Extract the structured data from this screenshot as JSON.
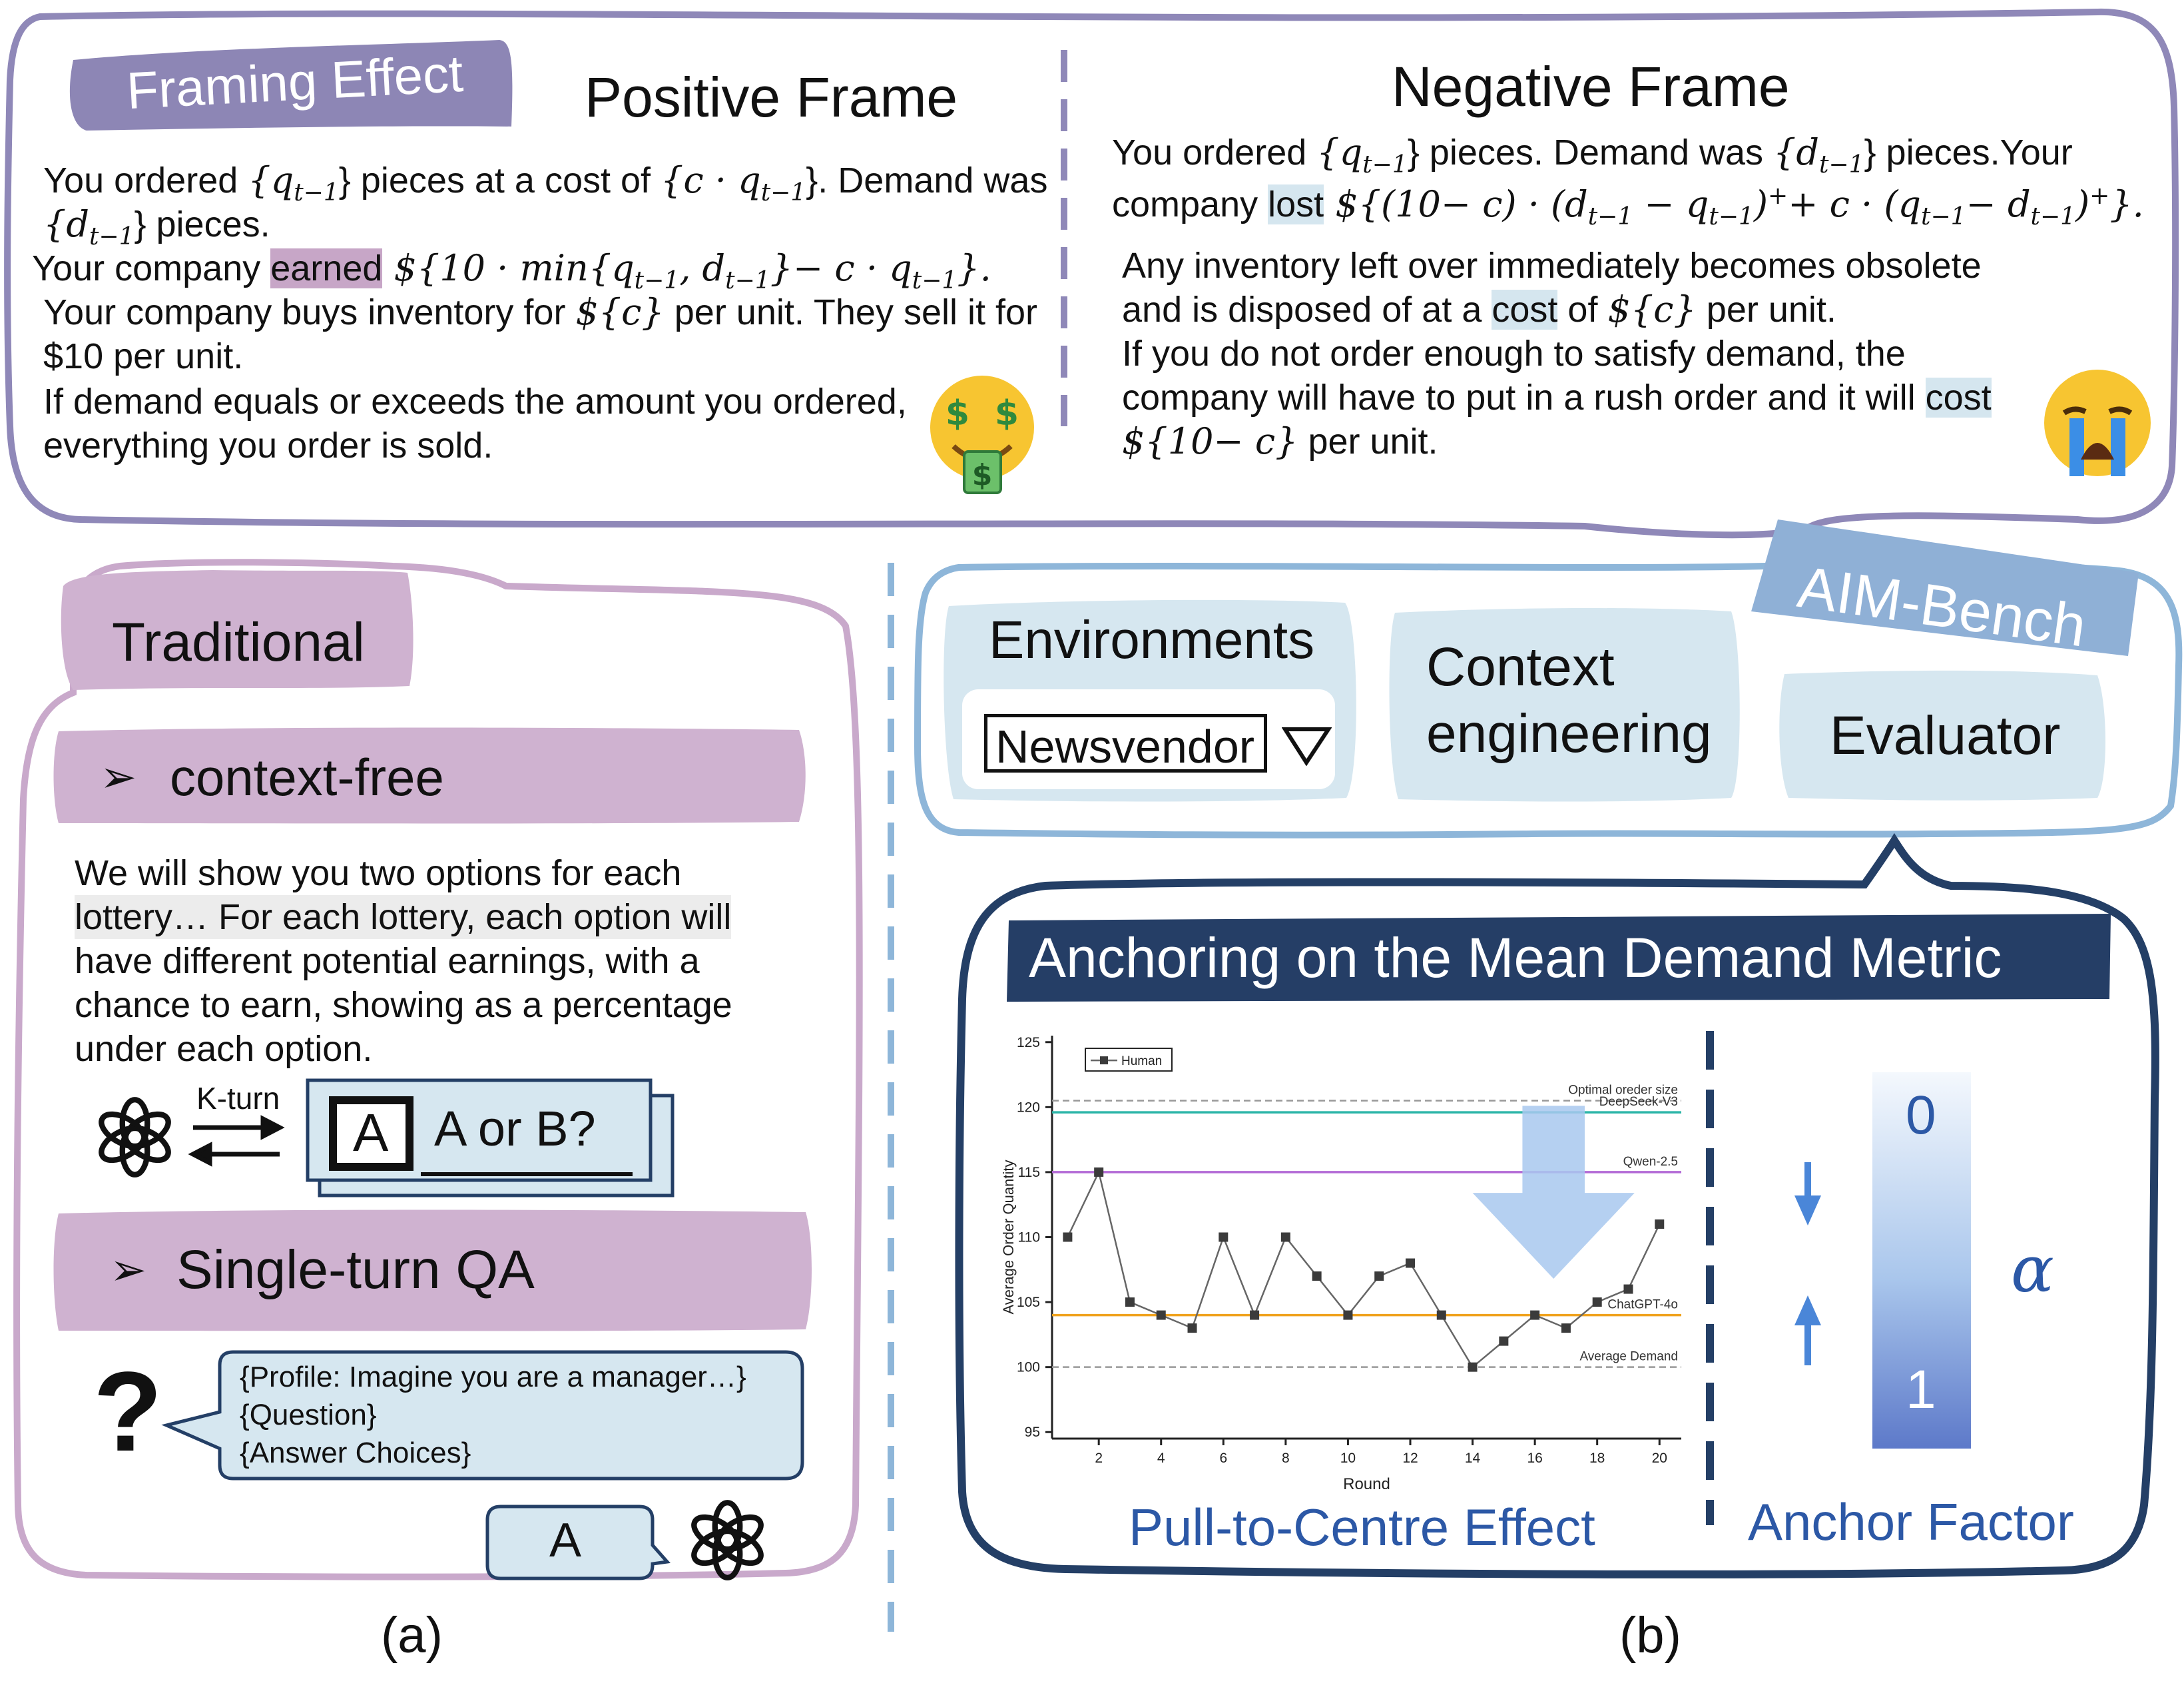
{
  "framing": {
    "tag": "Framing Effect",
    "positive": {
      "title": "Positive Frame",
      "l1a": "You ordered ",
      "l1m1": "{q",
      "l1s1": "t−1",
      "l1b": "} pieces at a cost of ",
      "l1m2": "{c · q",
      "l1s2": "t−1",
      "l1c": "}. Demand was",
      "l2m": "{d",
      "l2s": "t−1",
      "l2b": "} pieces.",
      "l3a": "Your company ",
      "l3h": "earned",
      "l3m": " ${10 · min{q",
      "l3s1": "t−1",
      "l3m2": ", d",
      "l3s2": "t−1",
      "l3m3": "}− c · q",
      "l3s3": "t−1",
      "l3e": "}.",
      "l4a": "Your company buys inventory for ",
      "l4m": "${c}",
      "l4b": " per unit. They sell it for",
      "l5": "$10 per unit.",
      "l6": "If demand equals or exceeds the amount you ordered,",
      "l7": "everything you order is sold."
    },
    "negative": {
      "title": "Negative Frame",
      "l1a": "You ordered ",
      "l1m1": "{q",
      "l1s1": "t−1",
      "l1b": "} pieces. Demand was ",
      "l1m2": "{d",
      "l1s2": "t−1",
      "l1c": "} pieces.Your",
      "l2a": "company ",
      "l2h": "lost",
      "l2m": " ${(10− c) · (d",
      "l2s1": "t−1",
      "l2m2": " − q",
      "l2s2": "t−1",
      "l2m3": ")",
      "l2p1": "+",
      "l2m4": "+ c · (q",
      "l2s3": "t−1",
      "l2m5": "− d",
      "l2s4": "t−1",
      "l2m6": ")",
      "l2p2": "+",
      "l2e": "}.",
      "l3": "Any inventory left over immediately becomes obsolete",
      "l4a": "and is disposed of at a ",
      "l4h": "cost",
      "l4b": " of ",
      "l4m": "${c}",
      "l4c": " per unit.",
      "l5": "If you do not order enough to satisfy demand, the",
      "l6a": "company will have to put in a rush order and it will ",
      "l6h": "cost",
      "l7m": "${10− c}",
      "l7b": " per unit."
    }
  },
  "traditional": {
    "tag": "Traditional",
    "context_free": "context-free",
    "paragraph": [
      "We will show you two options for each",
      "lottery… For each lottery, each option will",
      "have different potential earnings, with a",
      "chance to earn, showing as a percentage",
      "under each option."
    ],
    "kturn": "K-turn",
    "card_letter": "A",
    "card_text": "A or B?",
    "single_turn": "Single-turn QA",
    "question_mark": "?",
    "bubble": [
      "{Profile: Imagine you are a manager…}",
      "{Question}",
      "{Answer Choices}"
    ],
    "answer": "A",
    "caption": "(a)"
  },
  "aim": {
    "tag": "AIM-Bench",
    "environments": "Environments",
    "env_select": "Newsvendor",
    "context": [
      "Context",
      "engineering"
    ],
    "evaluator": "Evaluator",
    "anchor_title": "Anchoring on the Mean Demand Metric",
    "pull_label": "Pull-to-Centre Effect",
    "anchor_label": "Anchor Factor",
    "alpha": "α",
    "bar_top": "0",
    "bar_bottom": "1",
    "caption": "(b)"
  },
  "chart_data": {
    "type": "line",
    "xlabel": "Round",
    "ylabel": "Average Order Quantity",
    "xlim": [
      0.5,
      20.7
    ],
    "ylim": [
      94.5,
      125.5
    ],
    "xticks": [
      2,
      4,
      6,
      8,
      10,
      12,
      14,
      16,
      18,
      20
    ],
    "yticks": [
      95,
      100,
      105,
      110,
      115,
      120,
      125
    ],
    "series": [
      {
        "name": "Human",
        "x": [
          1,
          2,
          3,
          4,
          5,
          6,
          7,
          8,
          9,
          10,
          11,
          12,
          13,
          14,
          15,
          16,
          17,
          18,
          19,
          20
        ],
        "y": [
          110,
          115,
          105,
          104,
          103,
          110,
          104,
          110,
          107,
          104,
          107,
          108,
          104,
          100,
          102,
          104,
          103,
          105,
          106,
          111
        ]
      }
    ],
    "reference_lines": [
      {
        "label": "Optimal oreder size",
        "y": 120.5,
        "color": "#999999",
        "dash": true
      },
      {
        "label": "DeepSeek-V3",
        "y": 119.6,
        "color": "#2bb5a8",
        "dash": false
      },
      {
        "label": "Qwen-2.5",
        "y": 115,
        "color": "#b36ad6",
        "dash": false
      },
      {
        "label": "ChatGPT-4o",
        "y": 104,
        "color": "#f0a21d",
        "dash": false
      },
      {
        "label": "Average Demand",
        "y": 100,
        "color": "#999999",
        "dash": true
      }
    ],
    "legend": "top-left"
  },
  "colors": {
    "frame_border": "#8f88b8",
    "tag_purple": "#8d86b5",
    "trad_border": "#c9a9cb",
    "trad_fill": "#cfb2d0",
    "aim_border": "#8eb6d9",
    "aim_box": "#d6e7f0",
    "aim_tag": "#8fb0d6",
    "anchor_border": "#243f66",
    "anchor_title_bg": "#253e66",
    "label_blue": "#2c58a6"
  }
}
